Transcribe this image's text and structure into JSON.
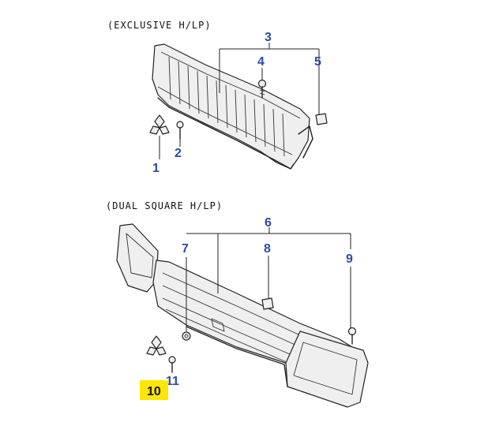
{
  "sections": [
    {
      "caption": "(EXCLUSIVE H/LP)",
      "callouts": [
        {
          "label": "1"
        },
        {
          "label": "2"
        },
        {
          "label": "3"
        },
        {
          "label": "4"
        },
        {
          "label": "5"
        }
      ]
    },
    {
      "caption": "(DUAL SQUARE H/LP)",
      "callouts": [
        {
          "label": "6"
        },
        {
          "label": "7"
        },
        {
          "label": "8"
        },
        {
          "label": "9"
        },
        {
          "label": "10"
        },
        {
          "label": "11"
        }
      ]
    }
  ],
  "colors": {
    "callout": "#2d4aa8",
    "highlight": "#ffe600",
    "line": "#222222"
  },
  "highlighted_callout": "10"
}
